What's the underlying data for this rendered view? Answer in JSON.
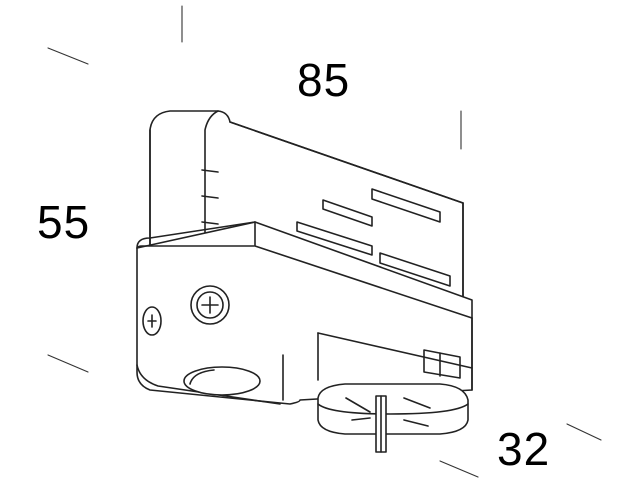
{
  "dimensions": {
    "length": "85",
    "height": "55",
    "depth": "32"
  },
  "colors": {
    "line": "#222222",
    "background": "#ffffff"
  }
}
